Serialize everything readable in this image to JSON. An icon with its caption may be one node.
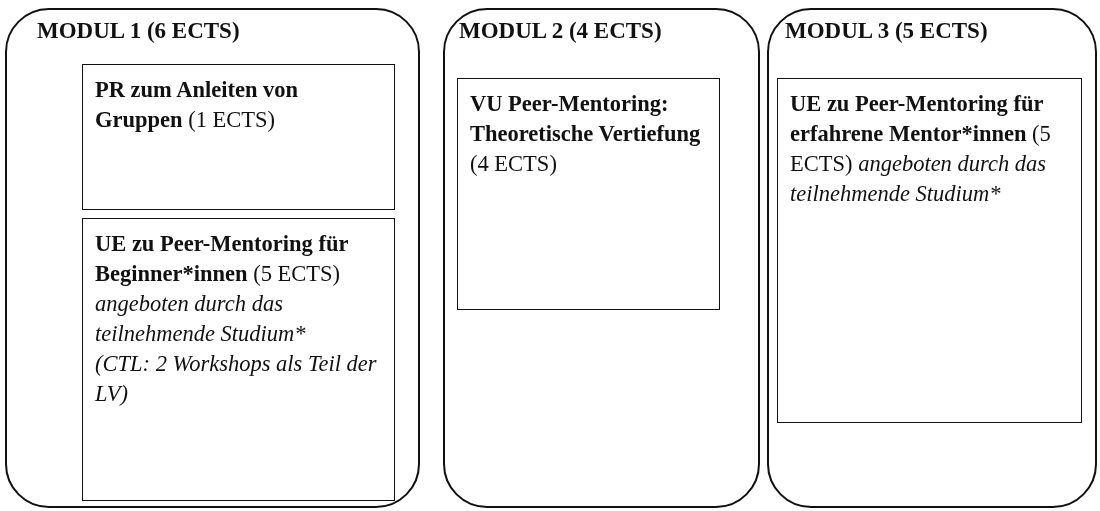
{
  "diagram": {
    "nodes": [
      {
        "text": [
          "MODUL 1 (6 ECTS)"
        ]
      },
      {
        "text": [
          "PR zum Anleiten von Gruppen",
          "(1 ECTS)"
        ],
        "in": 0
      },
      {
        "text": [
          "UE zu Peer-Mentoring für Beginner*innen",
          "(5 ECTS)",
          "angeboten durch das teilnehmende Studium*",
          "(CTL: 2 Workshops als Teil der LV)"
        ],
        "in": 0
      },
      {
        "text": [
          "MODUL 2 (4 ECTS)"
        ]
      },
      {
        "text": [
          "VU Peer-Mentoring: Theoretische Vertiefung",
          "(4 ECTS)"
        ],
        "in": 3
      },
      {
        "text": [
          "MODUL 3 (5 ECTS)"
        ]
      },
      {
        "text": [
          "UE zu Peer-Mentoring für erfahrene Mentor*innen",
          "(5 ECTS)",
          "angeboten durch das teilnehmende Studium*"
        ],
        "in": 5
      }
    ]
  }
}
